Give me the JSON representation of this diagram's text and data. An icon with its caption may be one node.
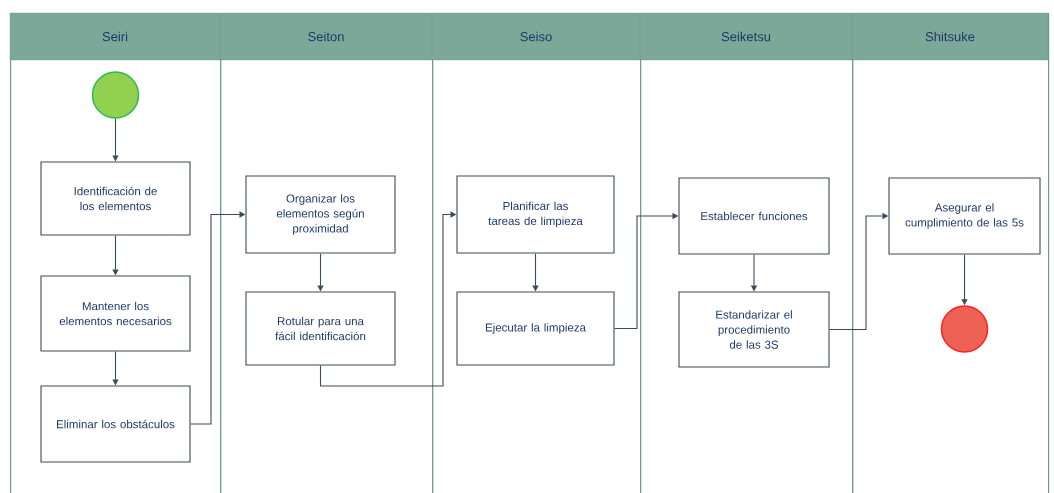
{
  "diagram": {
    "nodes": [
      {
        "text": [
          "Seiri"
        ]
      },
      {
        "text": [
          "Seiton"
        ]
      },
      {
        "text": [
          "Seiso"
        ]
      },
      {
        "text": [
          "Seiketsu"
        ]
      },
      {
        "text": [
          "Shitsuke"
        ]
      },
      {
        "text": [],
        "shape": "circle",
        "in": 0
      },
      {
        "text": [
          "Identificación de los elementos"
        ],
        "in": 0
      },
      {
        "text": [
          "Mantener los elementos necesarios"
        ],
        "in": 0
      },
      {
        "text": [
          "Eliminar los obstáculos"
        ],
        "in": 0
      },
      {
        "text": [
          "Organizar los elementos según proximidad"
        ],
        "in": 1
      },
      {
        "text": [
          "Rotular para una fácil identificación"
        ],
        "in": 1
      },
      {
        "text": [
          "Planificar las tareas de limpieza"
        ],
        "in": 2
      },
      {
        "text": [
          "Ejecutar la limpieza"
        ],
        "in": 2
      },
      {
        "text": [
          "Establecer funciones"
        ],
        "in": 3
      },
      {
        "text": [
          "Estandarizar el procedimiento de las 3S"
        ],
        "in": 3
      },
      {
        "text": [
          "Asegurar el cumplimiento de las 5s"
        ],
        "in": 4
      },
      {
        "text": [],
        "shape": "circle",
        "in": 4
      }
    ],
    "edges": [
      {
        "from": 5,
        "to": 6,
        "arrow": "to"
      },
      {
        "from": 6,
        "to": 7,
        "arrow": "to"
      },
      {
        "from": 7,
        "to": 8,
        "arrow": "to"
      },
      {
        "from": 8,
        "to": 9,
        "arrow": "to"
      },
      {
        "from": 9,
        "to": 10,
        "arrow": "to"
      },
      {
        "from": 10,
        "to": 11,
        "arrow": "to"
      },
      {
        "from": 11,
        "to": 12,
        "arrow": "to"
      },
      {
        "from": 12,
        "to": 13,
        "arrow": "to"
      },
      {
        "from": 13,
        "to": 14,
        "arrow": "to"
      },
      {
        "from": 14,
        "to": 15,
        "arrow": "to"
      },
      {
        "from": 15,
        "to": 16,
        "arrow": "to"
      }
    ]
  }
}
